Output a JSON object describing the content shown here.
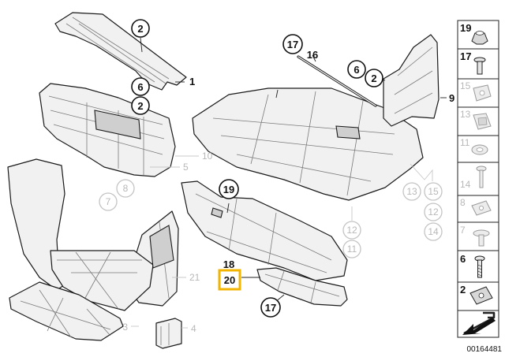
{
  "diagram": {
    "callouts": [
      {
        "id": "c2a",
        "text": "2",
        "grey": false
      },
      {
        "id": "c6a",
        "text": "6",
        "grey": false
      },
      {
        "id": "c2b",
        "text": "2",
        "grey": false
      },
      {
        "id": "c17a",
        "text": "17",
        "grey": false
      },
      {
        "id": "c6b",
        "text": "6",
        "grey": false
      },
      {
        "id": "c2c",
        "text": "2",
        "grey": false
      },
      {
        "id": "c19",
        "text": "19",
        "grey": false
      },
      {
        "id": "c17b",
        "text": "17",
        "grey": false
      },
      {
        "id": "c8",
        "text": "8",
        "grey": true
      },
      {
        "id": "c7",
        "text": "7",
        "grey": true
      },
      {
        "id": "c13",
        "text": "13",
        "grey": true
      },
      {
        "id": "c15",
        "text": "15",
        "grey": true
      },
      {
        "id": "c12a",
        "text": "12",
        "grey": true
      },
      {
        "id": "c14",
        "text": "14",
        "grey": true
      },
      {
        "id": "c12b",
        "text": "12",
        "grey": true
      },
      {
        "id": "c11",
        "text": "11",
        "grey": true
      }
    ],
    "plain_labels": [
      {
        "id": "l1",
        "text": "1",
        "grey": false
      },
      {
        "id": "l16",
        "text": "16",
        "grey": false
      },
      {
        "id": "l9",
        "text": "9",
        "grey": false
      },
      {
        "id": "l10",
        "text": "10",
        "grey": true
      },
      {
        "id": "l5",
        "text": "5",
        "grey": true
      },
      {
        "id": "l18",
        "text": "18",
        "grey": false
      },
      {
        "id": "l21",
        "text": "21",
        "grey": true
      },
      {
        "id": "l3",
        "text": "3",
        "grey": true
      },
      {
        "id": "l4",
        "text": "4",
        "grey": true
      }
    ],
    "highlighted_label": "20",
    "legend": [
      "19",
      "17",
      "15",
      "13",
      "11",
      "14",
      "8",
      "7",
      "6",
      "2"
    ],
    "reference_number": "00164481"
  }
}
